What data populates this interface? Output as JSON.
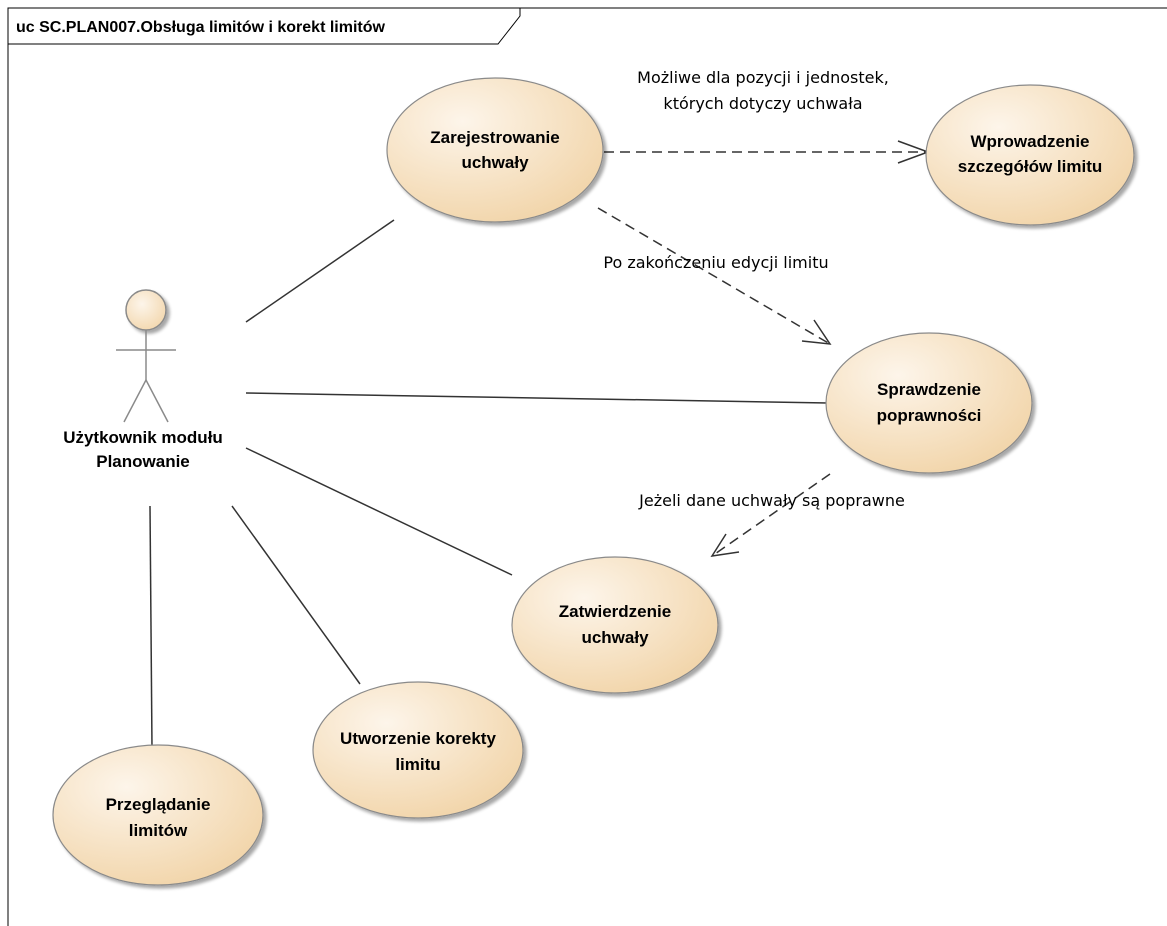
{
  "diagram": {
    "frame_title": "uc SC.PLAN007.Obsługa limitów i korekt limitów",
    "actor": {
      "line1": "Użytkownik modułu",
      "line2": "Planowanie"
    },
    "use_cases": {
      "zarejestrowanie": {
        "line1": "Zarejestrowanie",
        "line2": "uchwały"
      },
      "wprowadzenie": {
        "line1": "Wprowadzenie",
        "line2": "szczegółów limitu"
      },
      "sprawdzenie": {
        "line1": "Sprawdzenie",
        "line2": "poprawności"
      },
      "zatwierdzenie": {
        "line1": "Zatwierdzenie",
        "line2": "uchwały"
      },
      "utworzenie": {
        "line1": "Utworzenie korekty",
        "line2": "limitu"
      },
      "przegladanie": {
        "line1": "Przeglądanie",
        "line2": "limitów"
      }
    },
    "notes": {
      "mozliwe_line1": "Możliwe dla pozycji i jednostek,",
      "mozliwe_line2": "których dotyczy uchwała",
      "po_zakonczeniu": "Po zakończeniu edycji limitu",
      "jezeli": "Jeżeli dane uchwały są poprawne"
    },
    "colors": {
      "use_case_fill_light": "#fdf3e6",
      "use_case_fill_dark": "#f3d7ad",
      "use_case_stroke": "#8a8a8a",
      "line": "#333333"
    }
  }
}
